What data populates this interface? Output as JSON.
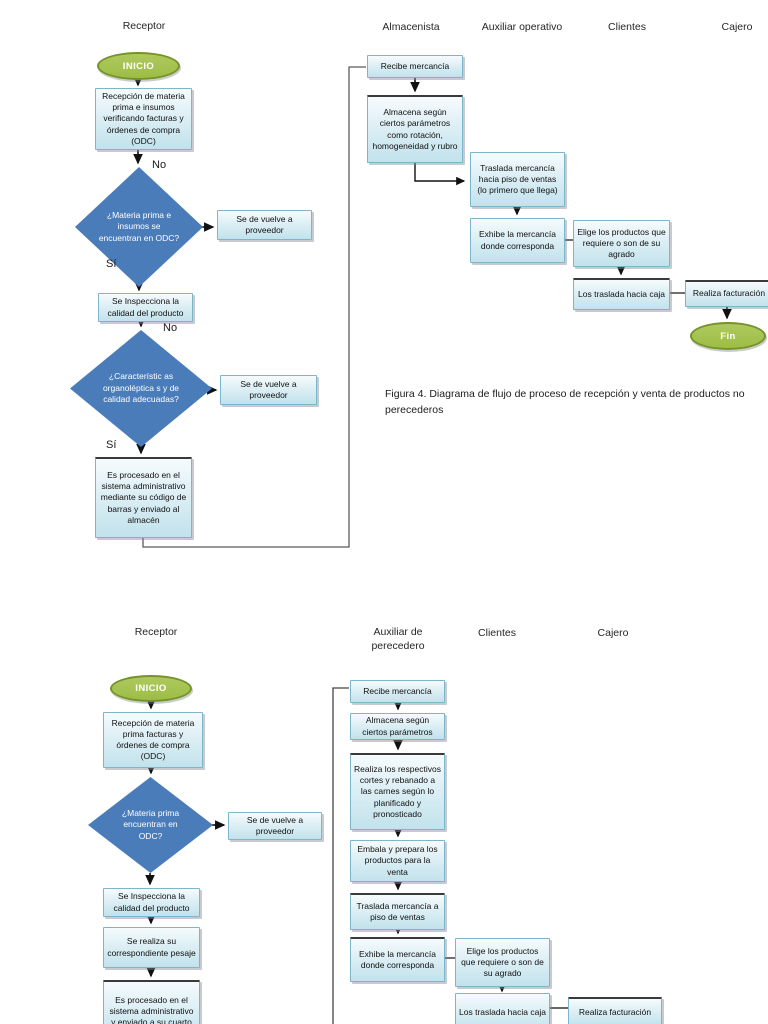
{
  "caption": "Figura 4. Diagrama de flujo de proceso de recepción y venta de productos no perecederos",
  "palette": {
    "box_fill_top": "#f6fbfd",
    "box_fill_bottom": "#c2e2ec",
    "box_border": "#7db5cb",
    "diamond_fill": "#4a7cba",
    "ellipse_fill": "#9cbd45",
    "ellipse_border": "#75922b",
    "connector": "#1a1a1a",
    "return_connector": "#5a5a5a"
  },
  "chart1": {
    "lanes": [
      "Receptor",
      "Almacenista",
      "Auxiliar operativo",
      "Clientes",
      "Cajero"
    ],
    "nodes": {
      "inicio": "INICIO",
      "recepcion": "Recepción de materia prima e insumos verificando facturas y órdenes de compra (ODC)",
      "decision1": "¿Materia prima e insumos se encuentran en ODC?",
      "devuelve1": "Se de vuelve a proveedor",
      "inspecciona": "Se Inspecciona la calidad del producto",
      "decision2": "¿Característic as organoléptica s y de calidad adecuadas?",
      "devuelve2": "Se de vuelve a proveedor",
      "procesado": "Es procesado en el sistema administrativo mediante su código de barras y enviado al almacén",
      "recibe": "Recibe mercancía",
      "almacena": "Almacena según ciertos parámetros como rotación, homogeneidad y rubro",
      "traslada": "Traslada mercancía hacia piso de ventas (lo primero que llega)",
      "exhibe": "Exhibe la mercancía donde corresponda",
      "elige": "Elige los productos que requiere o son de su agrado",
      "traslada_caja": "Los traslada hacia caja",
      "factura": "Realiza facturación",
      "fin": "Fin"
    },
    "labels": {
      "no1": "No",
      "si1": "Sí",
      "no2": "No",
      "si2": "Sí"
    }
  },
  "chart2": {
    "lanes": [
      "Receptor",
      "Auxiliar de perecedero",
      "Clientes",
      "Cajero"
    ],
    "nodes": {
      "inicio": "INICIO",
      "recepcion": "Recepción de materia prima facturas y órdenes de compra (ODC)",
      "decision1": "¿Materia prima encuentran en ODC?",
      "devuelve1": "Se de vuelve a proveedor",
      "inspecciona": "Se Inspecciona la calidad del producto",
      "pesaje": "Se realiza su correspondiente pesaje",
      "procesado": "Es procesado en el sistema administrativo y enviado a su cuarto",
      "recibe": "Recibe mercancía",
      "almacena": "Almacena según ciertos parámetros",
      "cortes": "Realiza los respectivos cortes y rebanado a las carnes según lo planificado y pronosticado",
      "embala": "Embala y prepara los productos para la venta",
      "traslada_piso": "Traslada mercancía a piso de ventas",
      "exhibe": "Exhibe la mercancía donde corresponda",
      "elige": "Elige los productos que requiere o son de su agrado",
      "traslada_caja": "Los traslada hacia caja",
      "factura": "Realiza facturación"
    }
  }
}
